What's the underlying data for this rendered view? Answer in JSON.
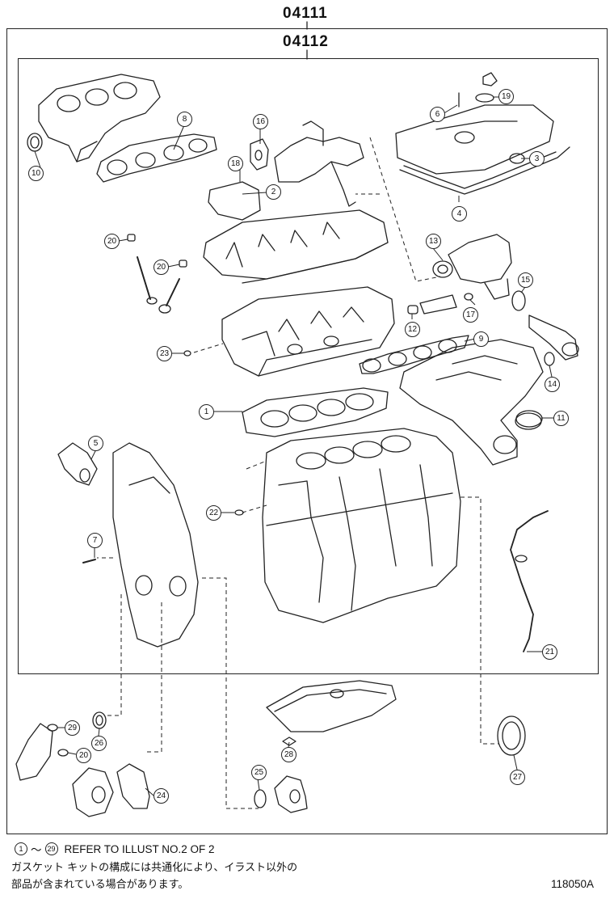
{
  "header": {
    "outer_code": "04111",
    "inner_code": "04112"
  },
  "callouts": {
    "c1": "1",
    "c2": "2",
    "c3": "3",
    "c4": "4",
    "c5": "5",
    "c6": "6",
    "c7": "7",
    "c8": "8",
    "c9": "9",
    "c10": "10",
    "c11": "11",
    "c12": "12",
    "c13": "13",
    "c14": "14",
    "c15": "15",
    "c16": "16",
    "c17": "17",
    "c18": "18",
    "c19": "19",
    "c20a": "20",
    "c20b": "20",
    "c20c": "20",
    "c21": "21",
    "c22": "22",
    "c23": "23",
    "c24": "24",
    "c25": "25",
    "c26": "26",
    "c27": "27",
    "c28": "28",
    "c29": "29"
  },
  "footer": {
    "ref_text": "REFER TO ILLUST NO.2 OF 2",
    "range_start": "1",
    "range_end": "29",
    "tilde": "～",
    "jp_line1": "ガスケット キットの構成には共通化により、イラスト以外の",
    "jp_line2": "部品が含まれている場合があります。",
    "illust_number": "118050A"
  }
}
